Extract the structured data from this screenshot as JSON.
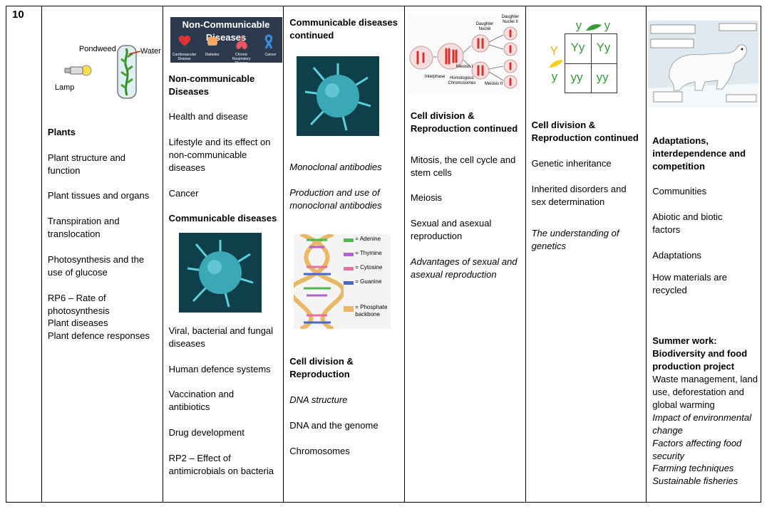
{
  "year": "10",
  "col1": {
    "img": {
      "pondweed": "Pondweed",
      "water": "Water",
      "lamp": "Lamp"
    },
    "heading": "Plants",
    "items": [
      "Plant structure and function",
      "Plant tissues and organs",
      "Transpiration and translocation",
      "Photosynthesis and the use of glucose",
      "RP6 – Rate of photosynthesis",
      "Plant diseases",
      "Plant defence responses"
    ]
  },
  "col2": {
    "banner": {
      "title": "Non-Communicable Diseases",
      "labels": [
        "Cardiovascular Disease",
        "Diabetes",
        "Chronic Respiratory Disease",
        "Cancer"
      ]
    },
    "heading1": "Non-communicable Diseases",
    "items1": [
      "Health and disease",
      "Lifestyle and its effect on non-communicable diseases",
      "Cancer"
    ],
    "heading2": "Communicable diseases",
    "items2": [
      "Viral, bacterial and fungal diseases",
      "Human defence systems",
      "Vaccination and antibiotics",
      "Drug development",
      "RP2 – Effect of antimicrobials on bacteria"
    ]
  },
  "col3": {
    "heading1": "Communicable diseases continued",
    "italic1": [
      "Monoclonal antibodies",
      "Production and use of monoclonal antibodies"
    ],
    "dna_legend": [
      "= Adenine",
      "= Thymine",
      "= Cytosine",
      "= Guanine",
      "= Phosphate backbone"
    ],
    "heading2": "Cell division & Reproduction",
    "italic2": "DNA structure",
    "items2": [
      "DNA and the genome",
      "Chromosomes"
    ]
  },
  "col4": {
    "img": {
      "interphase": "Interphase",
      "meiosis1": "Meiosis I",
      "homologous": "Homologous Chromosomes",
      "daughter1": "Daughter Nuclei",
      "daughter2": "Daughter Nuclei II",
      "meiosis2": "Meiosis II"
    },
    "heading": "Cell division & Reproduction continued",
    "items": [
      "Mitosis, the cell cycle and stem cells",
      "Meiosis",
      "Sexual and asexual reproduction"
    ],
    "italic": "Advantages of sexual and asexual reproduction"
  },
  "col5": {
    "punnett": {
      "top": [
        "y",
        "y"
      ],
      "left": [
        "Y",
        "y"
      ],
      "cells": [
        "Yy",
        "Yy",
        "yy",
        "yy"
      ]
    },
    "heading": "Cell division & Reproduction continued",
    "items": [
      "Genetic inheritance",
      "Inherited disorders and sex determination"
    ],
    "italic": "The understanding of genetics"
  },
  "col6": {
    "heading": "Adaptations, interdependence and competition",
    "items": [
      "Communities",
      "Abiotic and biotic factors",
      "Adaptations",
      "How materials are recycled"
    ],
    "summer_heading": "Summer work: Biodiversity and food production project",
    "summer_text": "Waste management, land use, deforestation and global warming",
    "summer_italic": [
      "Impact of environmental change",
      "Factors affecting food security",
      "Farming techniques",
      "Sustainable fisheries"
    ]
  },
  "colors": {
    "virus": "#3aa9b5",
    "banner_bg": "#2d3a4e",
    "chromosome": "#d6312a",
    "yellow": "#f4d21d",
    "green": "#3a9a3a"
  }
}
